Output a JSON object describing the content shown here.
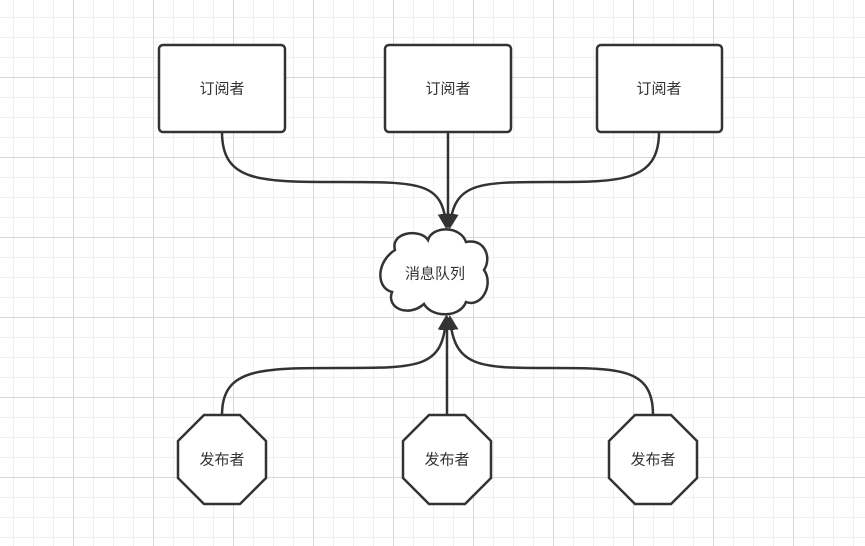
{
  "diagram": {
    "subscribers": [
      {
        "label": "订阅者"
      },
      {
        "label": "订阅者"
      },
      {
        "label": "订阅者"
      }
    ],
    "queue": {
      "label": "消息队列"
    },
    "publishers": [
      {
        "label": "发布者"
      },
      {
        "label": "发布者"
      },
      {
        "label": "发布者"
      }
    ],
    "edges": [
      {
        "from": "subscriber-1",
        "to": "message-queue"
      },
      {
        "from": "subscriber-2",
        "to": "message-queue"
      },
      {
        "from": "subscriber-3",
        "to": "message-queue"
      },
      {
        "from": "publisher-1",
        "to": "message-queue"
      },
      {
        "from": "publisher-2",
        "to": "message-queue"
      },
      {
        "from": "publisher-3",
        "to": "message-queue"
      }
    ]
  }
}
